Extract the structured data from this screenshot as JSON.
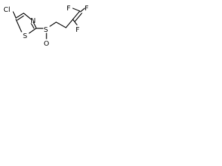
{
  "molecule": {
    "atoms": {
      "cl": "Cl",
      "s_ring": "S",
      "n_ring": "N",
      "s_sulfinyl": "S",
      "o_sulfinyl": "O",
      "f_top_left": "F",
      "f_top_right": "F",
      "f_lower": "F"
    }
  }
}
